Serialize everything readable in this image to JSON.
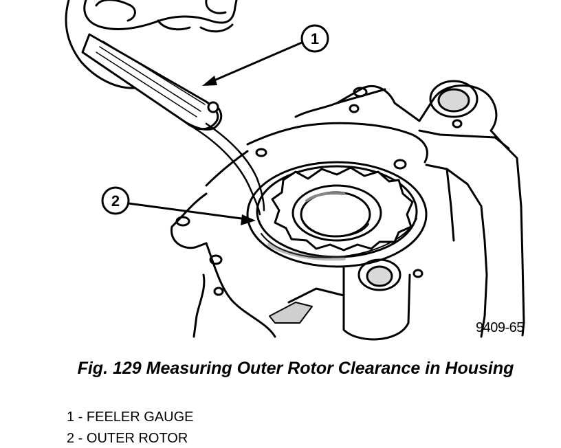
{
  "callouts": {
    "one": "1",
    "two": "2"
  },
  "plate_id": "9409-65",
  "caption": "Fig. 129 Measuring Outer Rotor Clearance in Housing",
  "legend": [
    "1 - FEELER GAUGE",
    "2 - OUTER ROTOR"
  ]
}
